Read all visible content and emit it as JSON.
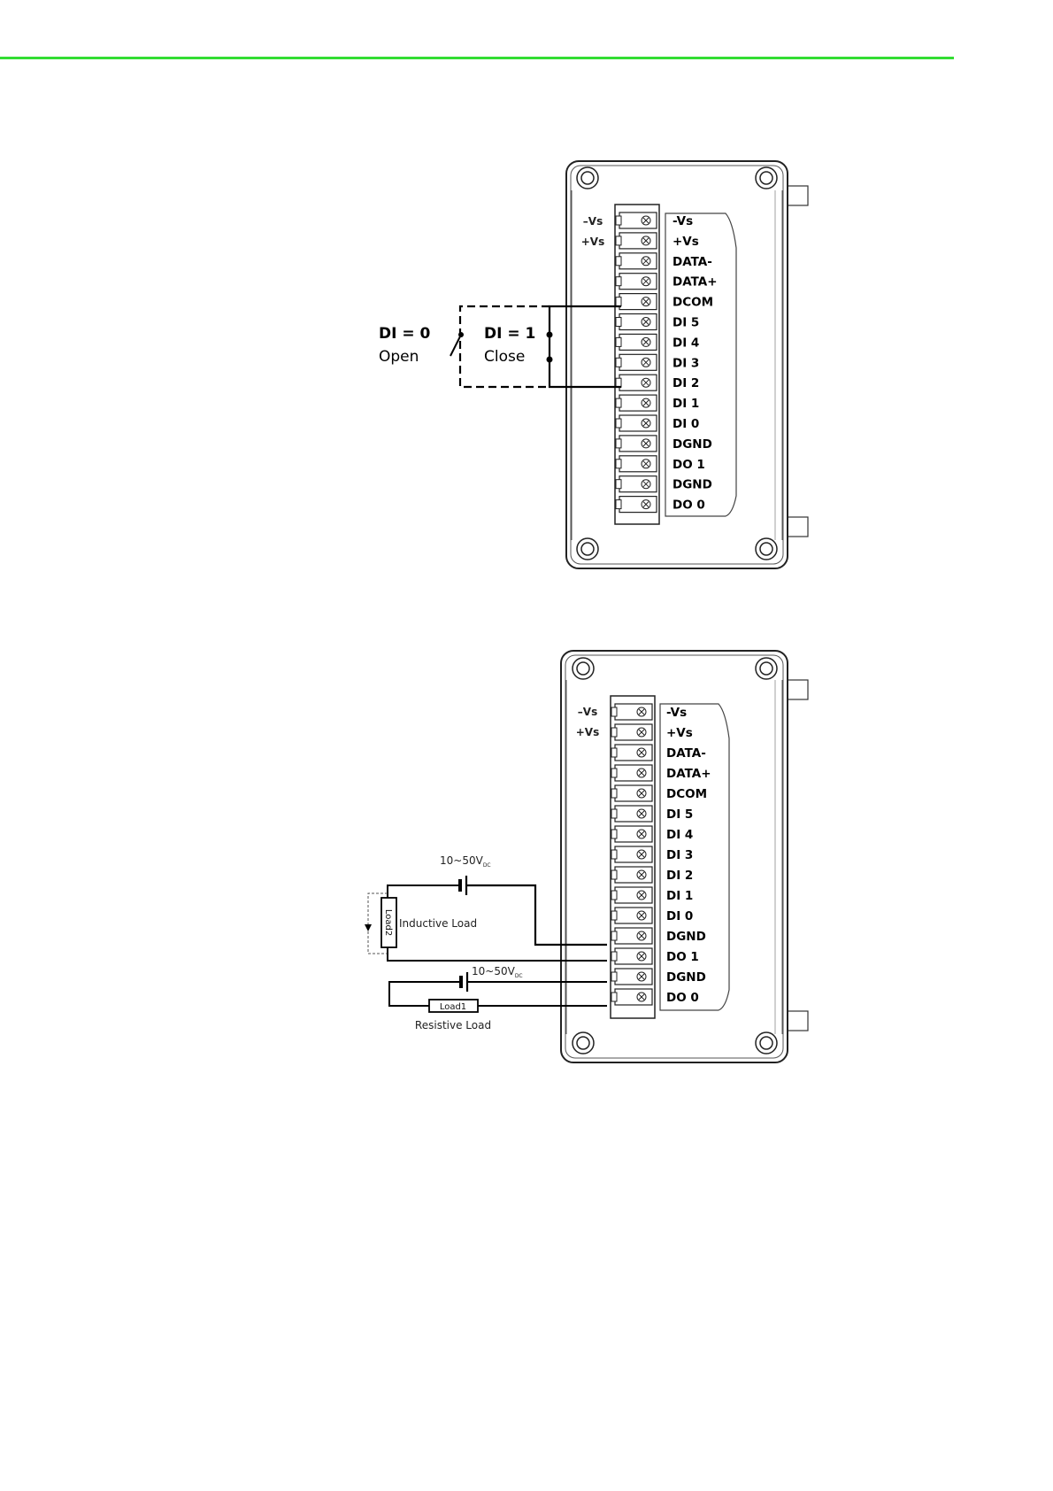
{
  "accent_color": "#33dd33",
  "terminal_labels": [
    "-Vs",
    "+Vs",
    "DATA-",
    "DATA+",
    "DCOM",
    "DI 5",
    "DI 4",
    "DI 3",
    "DI 2",
    "DI 1",
    "DI 0",
    "DGND",
    "DO 1",
    "DGND",
    "DO 0"
  ],
  "side_labels": [
    "–Vs",
    "+Vs"
  ],
  "figure1": {
    "di0_label": "DI = 0",
    "di0_state": "Open",
    "di1_label": "DI = 1",
    "di1_state": "Close"
  },
  "figure2": {
    "voltage_top": "10~50V",
    "voltage_bottom": "10~50V",
    "voltage_subscript": "DC",
    "load2_label": "Load2",
    "inductive_label": "Inductive Load",
    "load1_label": "Load1",
    "resistive_label": "Resistive Load"
  }
}
